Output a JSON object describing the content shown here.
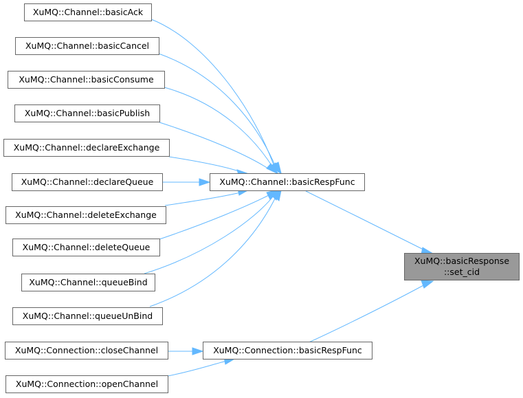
{
  "graph": {
    "nodes": {
      "basicAck": "XuMQ::Channel::basicAck",
      "basicCancel": "XuMQ::Channel::basicCancel",
      "basicConsume": "XuMQ::Channel::basicConsume",
      "basicPublish": "XuMQ::Channel::basicPublish",
      "declareExchange": "XuMQ::Channel::declareExchange",
      "declareQueue": "XuMQ::Channel::declareQueue",
      "deleteExchange": "XuMQ::Channel::deleteExchange",
      "deleteQueue": "XuMQ::Channel::deleteQueue",
      "queueBind": "XuMQ::Channel::queueBind",
      "queueUnBind": "XuMQ::Channel::queueUnBind",
      "closeChannel": "XuMQ::Connection::closeChannel",
      "openChannel": "XuMQ::Connection::openChannel",
      "channelRespFunc": "XuMQ::Channel::basicRespFunc",
      "connectionRespFunc": "XuMQ::Connection::basicRespFunc",
      "target_line1": "XuMQ::basicResponse",
      "target_line2": "::set_cid"
    },
    "colors": {
      "edge": "#63b8ff",
      "node_border": "#666666",
      "target_fill": "#999999"
    }
  }
}
